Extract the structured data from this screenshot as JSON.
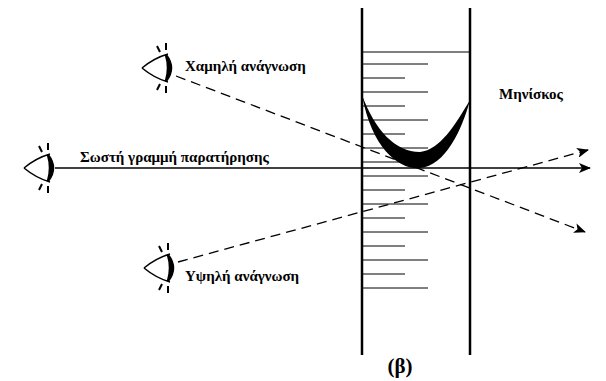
{
  "diagram": {
    "caption": "(β)",
    "labels": [
      "Χαμηλή ανάγνωση",
      "Σωστή γραμμή παρατήρησης",
      "Υψηλή ανάγνωση",
      "Μηνίσκος"
    ]
  }
}
